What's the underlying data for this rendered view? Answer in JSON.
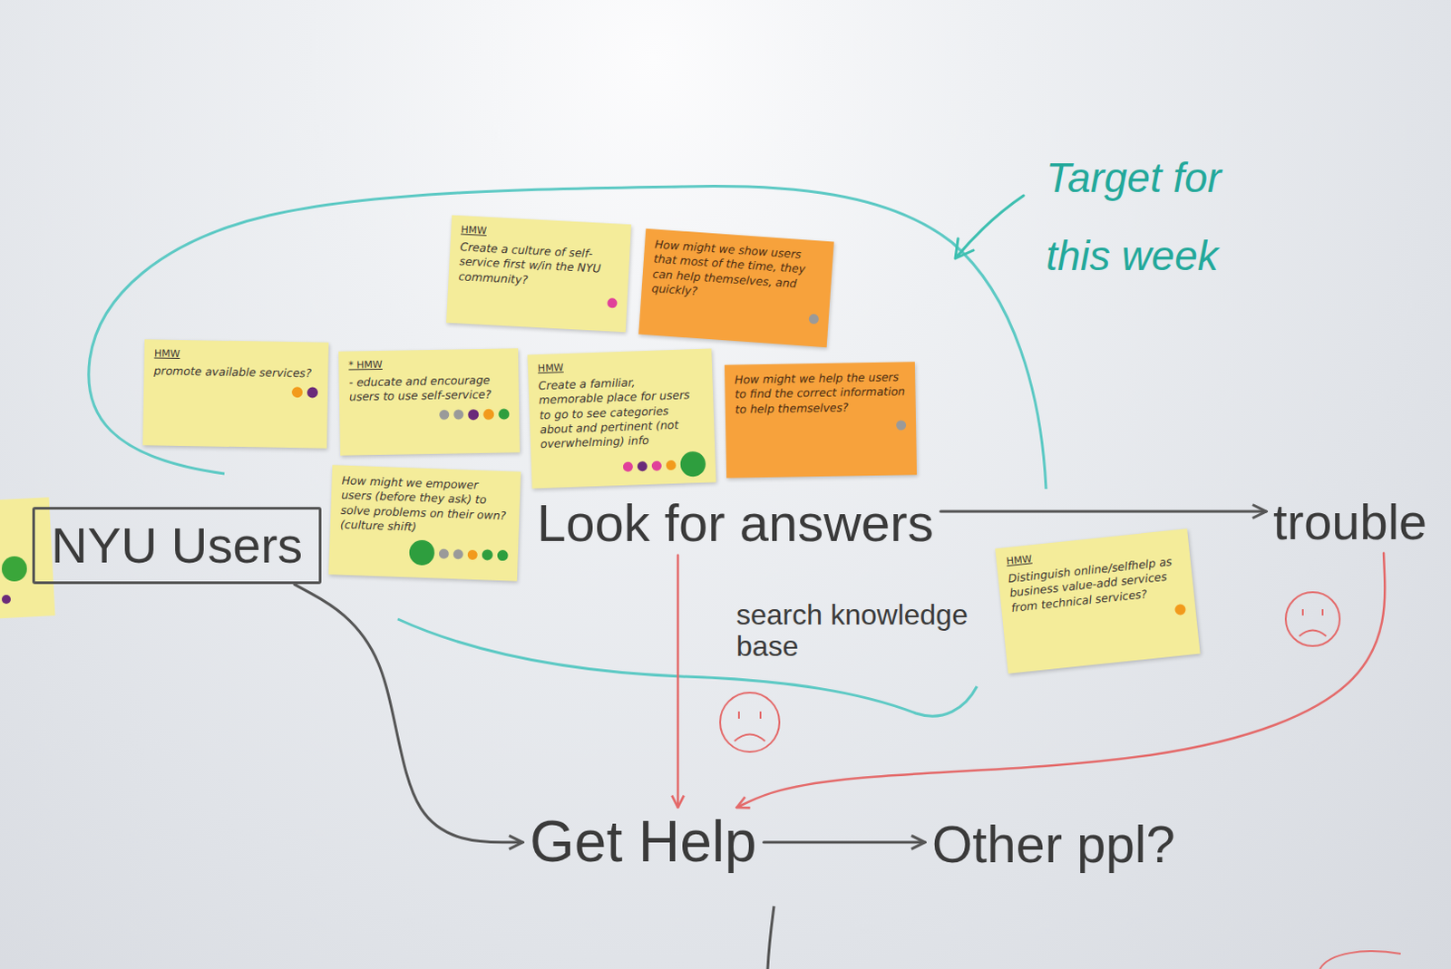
{
  "diagram": {
    "nodes": [
      {
        "text": [
          "HMW",
          "Create a culture of self-service first w/in the NYU community?"
        ]
      },
      {
        "text": [
          "How might we show users that most of the time, they can help themselves, and quickly?"
        ]
      },
      {
        "text": [
          "HMW",
          "promote available services?"
        ]
      },
      {
        "text": [
          "* HMW",
          "- educate and encourage users to use self-service?"
        ]
      },
      {
        "text": [
          "HMW",
          "Create a familiar, memorable place for users to go to see categories about and pertinent (not overwhelming) info"
        ]
      },
      {
        "text": [
          "How might we help the users to find the correct information to help themselves?"
        ]
      },
      {
        "text": [
          "NYU Users"
        ]
      },
      {
        "text": [
          "How might we empower users (before they ask) to solve problems on their own? (culture shift)"
        ]
      },
      {
        "text": [
          "Look for answers"
        ]
      },
      {
        "text": [
          "trouble"
        ]
      },
      {
        "text": [
          "HMW",
          "Distinguish online/selfhelp as business value-add services from technical services?"
        ]
      },
      {
        "text": [
          "Get Help"
        ]
      },
      {
        "text": [
          "Other ppl?"
        ]
      }
    ],
    "edges": [
      {
        "from": 6,
        "to": 11,
        "arrow": "to"
      },
      {
        "from": 8,
        "to": 9,
        "arrow": "to"
      },
      {
        "from": 8,
        "to": 11,
        "arrow": "to"
      },
      {
        "from": 9,
        "to": 11,
        "arrow": "to"
      },
      {
        "from": 11,
        "to": 12,
        "arrow": "to"
      }
    ],
    "labels": [
      "Target for this week",
      "search knowledge base"
    ]
  }
}
